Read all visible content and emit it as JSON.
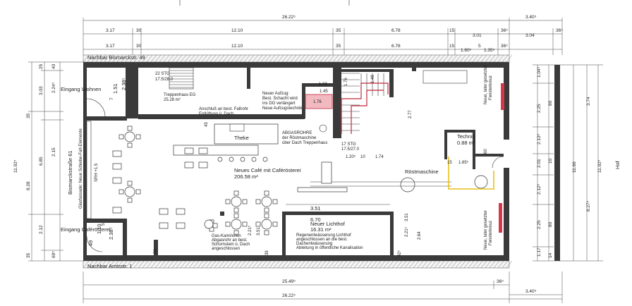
{
  "dimensions_top": {
    "overall": "26.22⁵",
    "right_overall": "3.40⁵",
    "row1": [
      "3.17",
      "30",
      "12.10",
      "35",
      "6.78",
      "15",
      "3.01",
      "36⁵",
      "3.04",
      "36⁵"
    ],
    "row2": [
      "3.17",
      "30",
      "12.10",
      "35",
      "6.78",
      "15",
      "1.60⁵",
      "5",
      "1.35⁵",
      "36⁵"
    ]
  },
  "dimensions_left": [
    "25",
    "40",
    "2.24⁵",
    "3.03",
    "1.51",
    "2.38⁵",
    "7",
    "35",
    "6.85",
    "2.15",
    "8.28",
    "11.92⁵",
    "2.12",
    "1.10",
    "49",
    "5",
    "2.38⁵",
    "35",
    "69⁵"
  ],
  "dimensions_right": [
    "1.04⁵",
    "2.25",
    "80",
    "3.74",
    "2.13⁵",
    "2.01",
    "10",
    "2.12⁵",
    "2.25",
    "80",
    "1.17",
    "14",
    "11.66",
    "11.92⁵",
    "8.27⁵"
  ],
  "dimensions_bottom": {
    "left": "25.49⁵",
    "mid": "36⁵",
    "overall": "26.22⁵",
    "right": "3.40⁵"
  },
  "interior_dims": [
    "43",
    "1.69",
    "1.45",
    "1.76",
    "1.48",
    "2.77",
    "1.20⁵",
    "10",
    "1.74",
    "6.70",
    "3.51",
    "3.51",
    "2.21⁵",
    "2.64",
    "2.21⁵",
    "3.51",
    "39",
    "50",
    "42⁵",
    "1.65⁵",
    "15",
    "60"
  ],
  "labels": {
    "neighbor_top": "Nachbar Bismarckstr. 49",
    "neighbor_bottom": "Nachbar Amtsstr. 1",
    "street": "Bismarckstraße 61",
    "street_note": "Glasfassade: Neue Schiebe-Falt-Elemente",
    "street_tag": "SRH +1.5",
    "entrance_living": "Eingang Wohnen",
    "entrance_cafe": "Eingang Caférösterei",
    "stairs_left": "22 STG",
    "stairs_left_dim": "17.5/28.0",
    "stairwell": "Treppenhaus EG",
    "stairwell_area": "25.28 m²",
    "pipe_note": "Anschluß an best. Fallrohr",
    "pipe_note2": "Entlüftung ü. Dach",
    "elevator_1": "Neuer Aufzug:",
    "elevator_2": "Best. Schacht wird",
    "elevator_3": "ins DG verlängert",
    "elevator_4": "Neue Aufzugstechnik",
    "counter": "Theke",
    "exhaust_1": "ABGASROHRE",
    "exhaust_2": "der Röstmaschine",
    "exhaust_3": "über Dach Treppenhaus",
    "stairs_right": "17 STG",
    "stairs_right_dim": "17.5/27.0",
    "cafe_name": "Neues Café mit Caférösterei",
    "cafe_area": "206.58 m²",
    "roaster": "Röstmaschine",
    "tech": "Technik",
    "tech_area": "0.88 m²",
    "courtyard": "Neuer Lichthof",
    "courtyard_area": "16.31 m²",
    "rain_1": "Regenentwässerung Lichthof",
    "rain_2": "angeschlossen an die best.",
    "rain_3": "Dachentwässerung",
    "rain_4": "Ableitung in öffentliche Kanalisation",
    "fireplace_1": "Gas-Kaminofen",
    "fireplace_2": "Abgasrohr an best.",
    "fireplace_3": "Schornstein ü. Dach",
    "fireplace_4": "angeschlossen",
    "window_note_1": "Neue, later gesetzter",
    "window_note_2": "Fensterkreuz",
    "yard": "Hof",
    "elev_box": "1.76"
  },
  "colors": {
    "wall": "#3a3a3a",
    "accent_red": "#d8364b",
    "pink_fill": "#f2b9c0",
    "yellow_line": "#e6c21a"
  }
}
